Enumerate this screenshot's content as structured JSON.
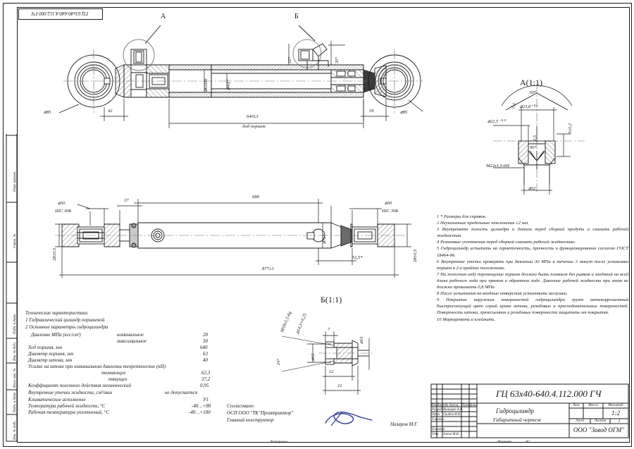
{
  "sheet": {
    "designation_corner": "ГЦ 63х40-640.4.112.000 ГЧ",
    "format": "Формат",
    "format_value": "А2",
    "copied": "Копировал"
  },
  "left_margin": {
    "fields": [
      "Перв. примен.",
      "Справ. №",
      "Подп. и дата",
      "Инв. № дубл.",
      "Взам. инв. №",
      "Подп. и дата",
      "Инв. № подл."
    ]
  },
  "views": {
    "main_view": {
      "callout_a": "А",
      "callout_b": "Б",
      "dims": {
        "left_ring_dia": "⌀85",
        "left_len": "42",
        "bore": "⌀63H9",
        "rod": "⌀40f7",
        "stroke": "640±3",
        "stroke_label": "Ход поршня",
        "port_angle_left": "22°",
        "port_angle_right": "35°",
        "right_len": "39",
        "right_ring_dia": "⌀85"
      }
    },
    "outline_view": {
      "dims": {
        "eye_bore_left": "⌀30",
        "bearing_left": "ШС 30К",
        "width_left": "28±0,5",
        "flange": "37",
        "tube_dia": "⌀75*",
        "len_688": "688",
        "total_len": "877±3",
        "port_dim": "52,5*",
        "eye_bore_right": "⌀30",
        "bearing_right": "ШС 30К",
        "width_right": "28±0,5"
      }
    },
    "detail_a": {
      "title": "А(1:1)",
      "dims": {
        "cone_angle": "60°",
        "chamfer": "2,5",
        "dia_225": "⌀22,5⁻⁰·⁰",
        "dia_238": "⌀23,8⁺⁰·³",
        "depth_25": "2,5",
        "seat_angle": "90°",
        "height": "3±0,2",
        "thread": "М22х1,5-6Н",
        "dia_32": "⌀32"
      }
    },
    "detail_b": {
      "title": "Б(1:1)",
      "dims": {
        "thread": "М18х1,5-6g",
        "dia_143": "⌀14,3+0,25",
        "angle": "24°",
        "dia_12": "⌀12",
        "dia_10": "⌀10",
        "len_7": "7",
        "len_12": "12",
        "len_21": "21"
      }
    }
  },
  "tech_notes": [
    "1 * Размеры для справок.",
    "2 Неуказанные предельные отклонения ±2 мм.",
    "3 Внутреннюю полость цилиндра и детали перед сборкой продуть и смазать рабочей жидкостью.",
    "4 Резиновые уплотнения перед сборкой смазать рабочей жидкостью.",
    "5 Гидроцилиндр испытать на герметичность, прочность и функционирование согласно ГОСТ 18464-96.",
    "6 Внутренние утечки проверять при давлении 30 МПа в течении 3 минут после установки поршня в 2-х крайних положениях.",
    "7 На холостом ходу перемещение поршня должно быть плавным без рывков и заеданий на всей длине рабочего хода при прямом и обратном ходе. Давление рабочей жидкости при этом не должно превышать 0,8 МПа.",
    "8 После испытания на входные отверстия установить заглушки.",
    "9 Покрытие наружных поверхностей гидроцилиндра грунт антикоррозионный быстросохнущий цвет серый кроме штока, резьбовых и присоединительных поверхностей. Поверхность штока, грязесъемник и резьбовые поверхности защитить от покрытия.",
    "10 Маркировать и клеймить."
  ],
  "specs": {
    "title": "Технические характеристики",
    "line1": "1 Гидравлический цилиндр поршневой",
    "line2": "2 Основные параметры гидроцилиндра",
    "rows": [
      {
        "label": "Давление МПа (кгс/см²)",
        "sub": "номинальное",
        "value": "20"
      },
      {
        "label": "",
        "sub": "максимальное",
        "value": "30"
      },
      {
        "label": "Ход поршня, мм",
        "sub": "",
        "value": "640"
      },
      {
        "label": "Диаметр поршня, мм",
        "sub": "",
        "value": "63"
      },
      {
        "label": "Диаметр штока, мм",
        "sub": "",
        "value": "40"
      },
      {
        "label": "Усилие на штоке при номинальном давлении теоретическое (кН)",
        "sub": "",
        "value": ""
      },
      {
        "label": "",
        "sub": "толкающее",
        "value": "62,3"
      },
      {
        "label": "",
        "sub": "тянущее",
        "value": "37,2"
      },
      {
        "label": "Коэффициент полезного действия механический",
        "sub": "",
        "value": "0,95"
      },
      {
        "label": "Внутренние утечки жидкости, см³/мин",
        "sub": "",
        "value": "не допускается"
      },
      {
        "label": "Климатическое исполнение",
        "sub": "",
        "value": "У1"
      },
      {
        "label": "Температура рабочей жидкости, °С",
        "sub": "",
        "value": "-40…+80"
      },
      {
        "label": "Рабочая температура уплотнений, °С",
        "sub": "",
        "value": "-40…+100"
      }
    ]
  },
  "approval": {
    "line1": "Согласовано:",
    "line2": "ОСП ООО \"ТК\"Промтрактор\"",
    "line3": "Главный конструктор",
    "signer": "Назаров М.Г."
  },
  "title_block": {
    "designation": "ГЦ 63х40-640.4.112.000 ГЧ",
    "name": "Гидроцилиндр",
    "subtitle": "Габаритный чертеж",
    "header_cols": [
      "Изм.",
      "Лист",
      "№ докум.",
      "Подп.",
      "Дата"
    ],
    "roles": [
      {
        "role": "Разраб.",
        "name": "Вшивцев А.В."
      },
      {
        "role": "Пров.",
        "name": "Грибов И.В."
      },
      {
        "role": "Т.контр.",
        "name": ""
      },
      {
        "role": "",
        "name": ""
      },
      {
        "role": "Н.контр.",
        "name": ""
      },
      {
        "role": "Утв.",
        "name": "Зонов М.В."
      }
    ],
    "lit_label": "Лит.",
    "mass_label": "Масса",
    "scale_label": "Масштаб",
    "scale_value": "1:2",
    "sheet_label": "Лист",
    "sheets_label": "Листов",
    "sheets_value": "1",
    "company": "ООО \"Завод ОГМ\""
  },
  "colors": {
    "ink": "#16181d",
    "signature": "#2b3a8f",
    "hatch": "#3a3a3a"
  }
}
